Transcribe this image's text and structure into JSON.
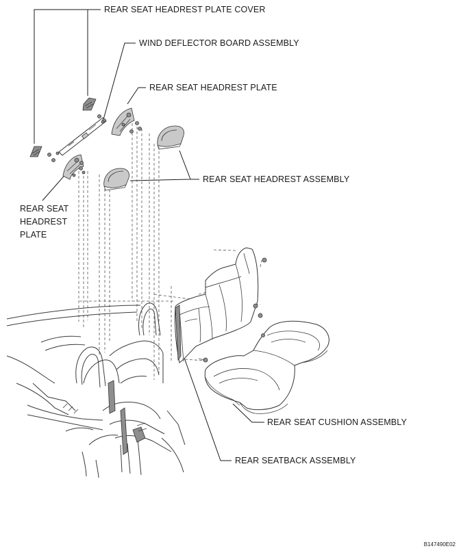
{
  "labels": {
    "headrest_plate_cover": "REAR SEAT HEADREST PLATE COVER",
    "wind_deflector": "WIND DEFLECTOR BOARD ASSEMBLY",
    "headrest_plate_right": "REAR SEAT HEADREST PLATE",
    "headrest_assembly": "REAR SEAT HEADREST ASSEMBLY",
    "headrest_plate_left": "REAR SEAT HEADREST PLATE",
    "cushion_assembly": "REAR SEAT CUSHION ASSEMBLY",
    "seatback_assembly": "REAR SEATBACK ASSEMBLY"
  },
  "figure_code": "B147490E02"
}
